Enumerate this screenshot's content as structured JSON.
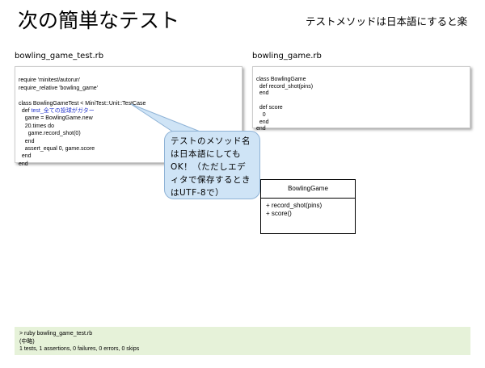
{
  "title": "次の簡単なテスト",
  "subtitle": "テストメソッドは日本語にすると楽",
  "test_file": {
    "name": "bowling_game_test.rb",
    "lines": [
      "require 'minitest/autorun'",
      "require_relative 'bowling_game'",
      "",
      "class BowlingGameTest < MiniTest::Unit::TestCase",
      "  def ",
      "    game = BowlingGame.new",
      "    20.times do",
      "      game.record_shot(0)",
      "    end",
      "    assert_equal 0, game.score",
      "  end",
      "end"
    ],
    "method_name": "test_全ての投球がガター"
  },
  "impl_file": {
    "name": "bowling_game.rb",
    "lines": [
      "class BowlingGame",
      "  def record_shot(pins)",
      "  end",
      "",
      "  def score",
      "    0",
      "  end",
      "end"
    ]
  },
  "callout": "テストのメソッド名は日本語にしてもOK！（ただしエディタで保存するときはUTF-8で）",
  "uml": {
    "class_name": "BowlingGame",
    "operations": [
      "+ record_shot(pins)",
      "+ score()"
    ]
  },
  "console": {
    "lines": [
      "> ruby bowling_game_test.rb",
      "(中略)",
      "1 tests, 1 assertions, 0 failures, 0 errors, 0 skips"
    ]
  },
  "colors": {
    "callout_bg": "#cfe4f6",
    "console_bg": "#e6f2d9",
    "method_name": "#2233cc"
  }
}
